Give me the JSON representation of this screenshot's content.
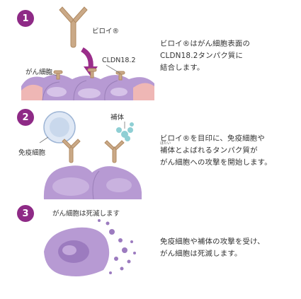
{
  "steps": [
    {
      "number": "1",
      "labels": {
        "drug": "ビロイ®",
        "protein": "CLDN18.2",
        "cancer_cell": "がん細胞"
      },
      "description": "ビロイ®はがん細胞表面の\nCLDN18.2タンパク質に\n結合します。"
    },
    {
      "number": "2",
      "labels": {
        "complement": "補体",
        "immune_cell": "免疫細胞"
      },
      "ruby": "ほたい",
      "description": "ビロイ®を目印に、免疫細胞や\n補体とよばれるタンパク質が\nがん細胞への攻撃を開始します。"
    },
    {
      "number": "3",
      "labels": {
        "dying": "がん細胞は死滅します"
      },
      "description": "免疫細胞や補体の攻撃を受け、\nがん細胞は死滅します。"
    }
  ],
  "colors": {
    "badge": "#8e2a86",
    "cell_purple": "#b79ad3",
    "cell_light": "#e3d6ef",
    "cell_skin": "#efb7b5",
    "antibody": "#caa987",
    "arrow": "#9a2d8a",
    "immune_cell": "#c9d8ec",
    "complement": "#8fcfd4"
  },
  "icons": [
    "antibody-icon",
    "arrow-icon",
    "claudin-protein-icon",
    "immune-cell-icon",
    "complement-icon"
  ]
}
